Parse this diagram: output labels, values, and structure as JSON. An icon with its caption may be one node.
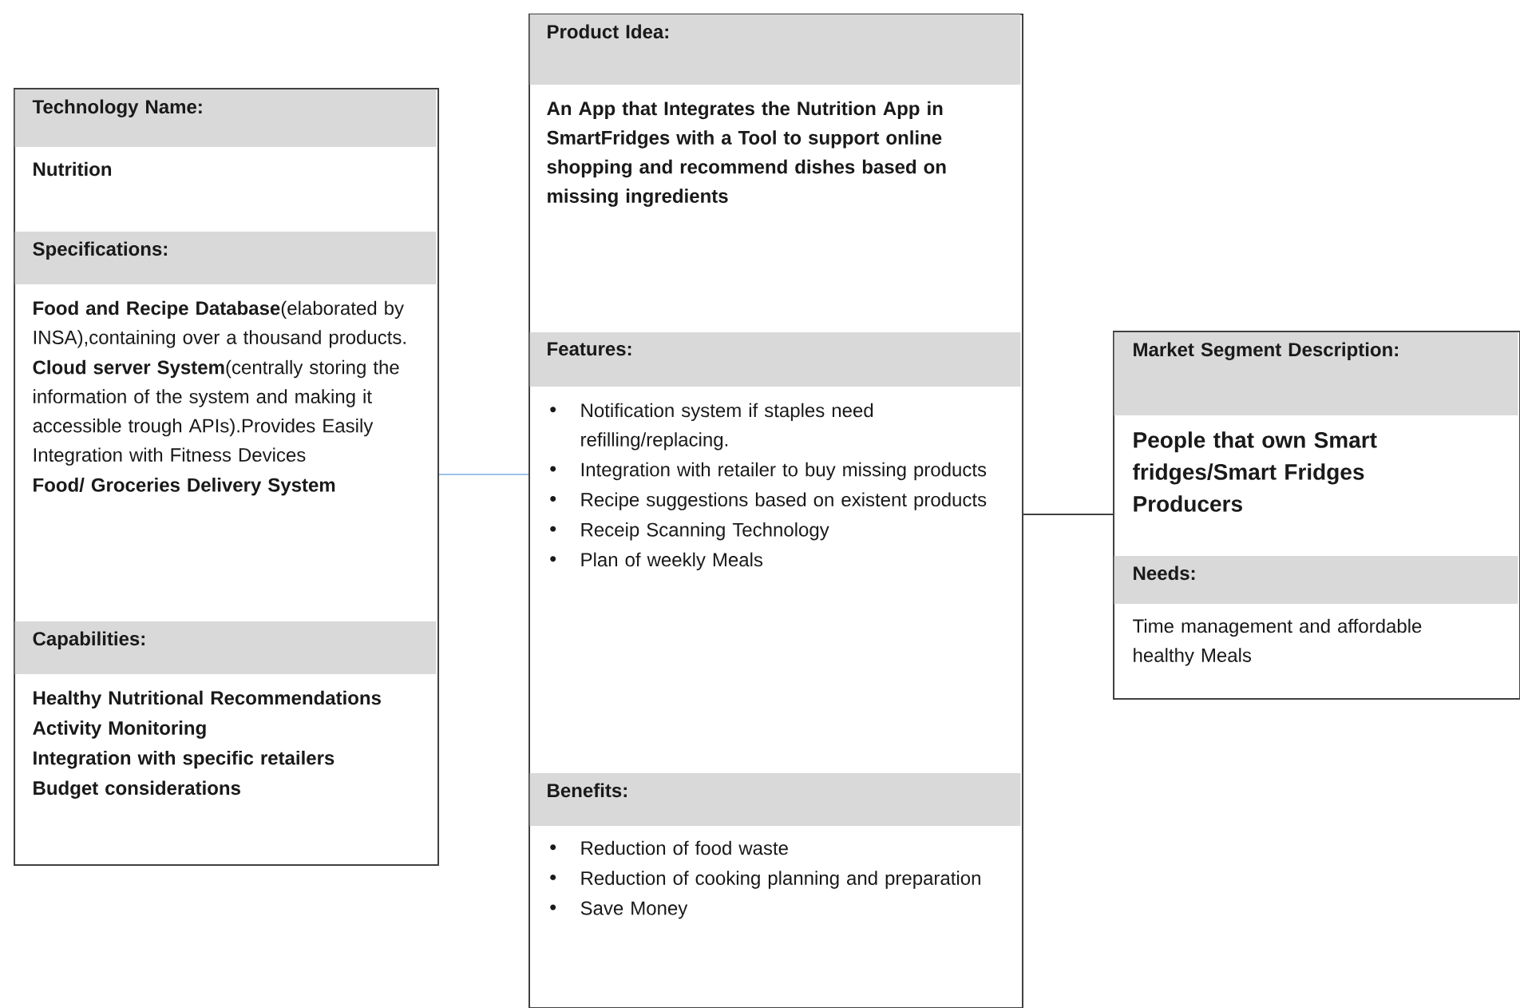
{
  "diagram": {
    "nodes": [
      {
        "text": [
          "Technology Name:",
          "Nutrition",
          "Specifications:",
          "**Food and Recipe Database**(elaborated by INSA),containing over a thousand products.",
          "**Cloud server System**(centrally storing the information of the system and making it accessible trough APIs).Provides Easily Integration with Fitness Devices",
          "Food/ Groceries Delivery System",
          "Capabilities:",
          "Healthy Nutritional Recommendations",
          "Activity Monitoring",
          "Integration with specific retailers",
          "Budget considerations"
        ]
      },
      {
        "text": [
          "Product Idea:",
          "An App that Integrates the Nutrition App in SmartFridges with a Tool to support online shopping and recommend dishes based on missing ingredients",
          "Features:",
          "Notification system if staples need refilling/replacing.",
          "Integration with retailer to buy missing products",
          "Recipe suggestions based on existent products",
          "Receip Scanning Technology",
          "Plan of weekly Meals",
          "Benefits:",
          "Reduction of food waste",
          "Reduction of cooking planning and preparation",
          "Save Money"
        ]
      },
      {
        "text": [
          "Market Segment Description:",
          "People that own Smart fridges/Smart Fridges Producers",
          "Needs:",
          "Time management and affordable healthy Meals"
        ]
      }
    ],
    "edges": [
      {
        "from": 0,
        "to": 1,
        "arrow": "none",
        "color": "#9dc3e6"
      },
      {
        "from": 1,
        "to": 2,
        "arrow": "none",
        "color": "#404040"
      }
    ]
  }
}
